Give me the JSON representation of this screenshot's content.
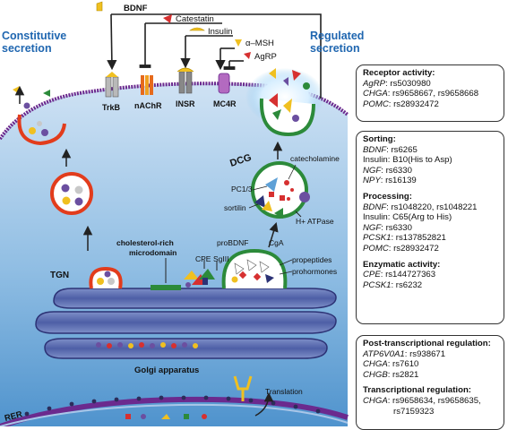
{
  "headers": {
    "constitutive_line1": "Constitutive",
    "constitutive_line2": "secretion",
    "regulated_line1": "Regulated",
    "regulated_line2": "secretion"
  },
  "ligands": {
    "bdnf": "BDNF",
    "catestatin": "Catestatin",
    "insulin": "Insulin",
    "alpha_msh": "α–MSH",
    "agrp": "AgRP"
  },
  "receptors": {
    "trkb": "TrkB",
    "nachr": "nAChR",
    "insr": "INSR",
    "mc4r": "MC4R"
  },
  "labels": {
    "dcg": "DCG",
    "catecholamine": "catecholamine",
    "pc13": "PC1/3",
    "sortilin": "sortilin",
    "h_atpase": "H+ ATPase",
    "cholesterol_line1": "cholesterol-rich",
    "cholesterol_line2": "microdomain",
    "probdnf": "proBDNF",
    "cga": "CgA",
    "cpe": "CPE",
    "sgiii": "SgIII",
    "propeptides": "propeptides",
    "prohormones": "prohormones",
    "tgn": "TGN",
    "golgi": "Golgi apparatus",
    "rer": "RER",
    "translation": "Translation"
  },
  "boxes": {
    "receptor": {
      "title": "Receptor activity:",
      "l1_gene": "AgRP",
      "l1_rest": ": rs5030980",
      "l2_gene": "CHGA",
      "l2_rest": ": rs9658667, rs9658668",
      "l3_gene": "POMC",
      "l3_rest": ": rs28932472"
    },
    "sorting": {
      "title": "Sorting:",
      "l1_gene": "BDNF",
      "l1_rest": ": rs6265",
      "l2_text": "Insulin: B10(His to Asp)",
      "l3_gene": "NGF",
      "l3_rest": ": rs6330",
      "l4_gene": "NPY",
      "l4_rest": ": rs16139"
    },
    "processing": {
      "title": "Processing:",
      "l1_gene": "BDNF",
      "l1_rest": ": rs1048220, rs1048221",
      "l2_text": "Insulin: C65(Arg to His)",
      "l3_gene": "NGF",
      "l3_rest": ": rs6330",
      "l4_gene": "PCSK1",
      "l4_rest": ": rs137852821",
      "l5_gene": "POMC",
      "l5_rest": ": rs28932472"
    },
    "enzymatic": {
      "title": "Enzymatic activity:",
      "l1_gene": "CPE",
      "l1_rest": ": rs144727363",
      "l2_gene": "PCSK1",
      "l2_rest": ": rs6232"
    },
    "post": {
      "title": "Post-transcriptional regulation:",
      "l1_gene": "ATP6V0A1",
      "l1_rest": ": rs938671",
      "l2_gene": "CHGA",
      "l2_rest": ": rs7610",
      "l3_gene": "CHGB",
      "l3_rest": ": rs2821"
    },
    "transcriptional": {
      "title": "Transcriptional regulation:",
      "l1_gene": "CHGA",
      "l1_rest": ": rs9658634, rs9658635,",
      "l2_text": "rs7159323"
    }
  }
}
